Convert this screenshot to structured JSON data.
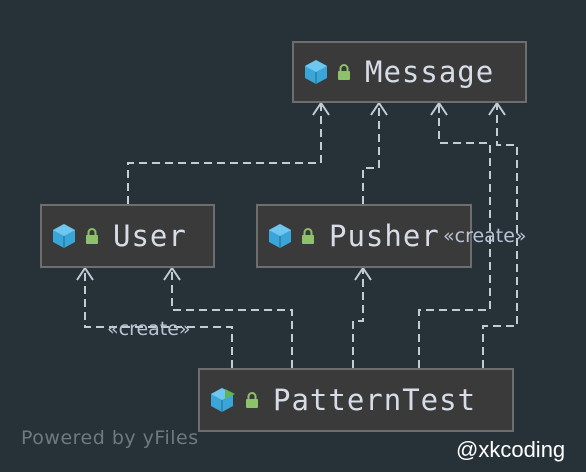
{
  "diagram": {
    "nodes": [
      {
        "id": "message",
        "label": "Message",
        "icon": "class-icon"
      },
      {
        "id": "user",
        "label": "User",
        "icon": "class-icon"
      },
      {
        "id": "pusher",
        "label": "Pusher",
        "icon": "class-icon"
      },
      {
        "id": "patterntest",
        "label": "PatternTest",
        "icon": "runnable-class-icon"
      }
    ],
    "edge_labels": {
      "create_1": "«create»",
      "create_2": "«create»"
    }
  },
  "footer": "Powered by yFiles",
  "watermark": "@xkcoding",
  "colors": {
    "background": "#263238",
    "node_fill": "#3a3a3a",
    "node_border": "#6e6e6e",
    "edge": "#c3ccd6",
    "class_icon": "#3aa5d8",
    "lock_icon": "#8ec26a"
  }
}
